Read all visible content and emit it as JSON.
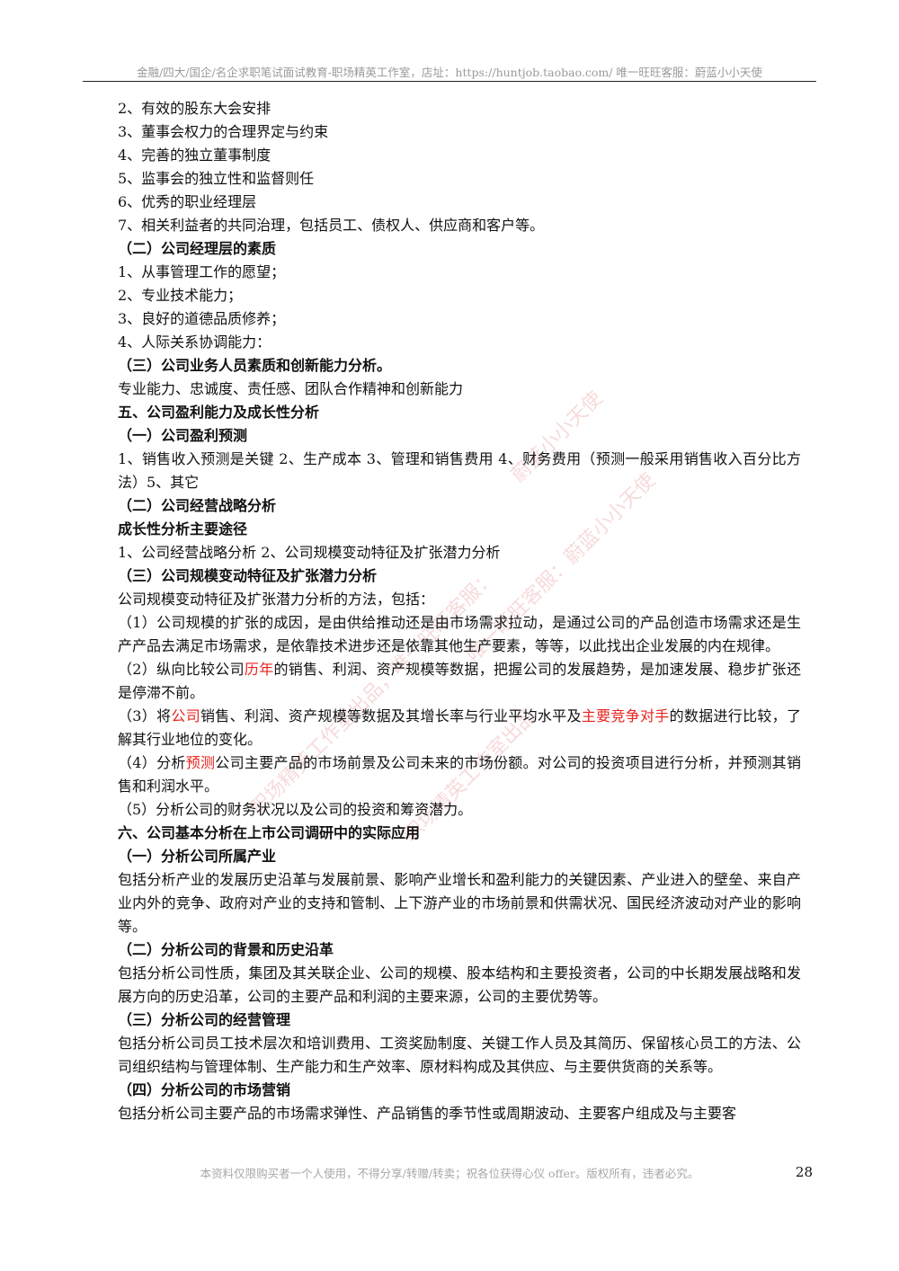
{
  "header": {
    "text": "金融/四大/国企/名企求职笔试面试教育-职场精英工作室，店址：https://huntjob.taobao.com/  唯一旺旺客服：蔚蓝小小天使"
  },
  "lines": {
    "l1": "2、有效的股东大会安排",
    "l2": "3、董事会权力的合理界定与约束",
    "l3": "4、完善的独立董事制度",
    "l4": "5、监事会的独立性和监督则任",
    "l5": "6、优秀的职业经理层",
    "l6": "7、相关利益者的共同治理，包括员工、债权人、供应商和客户等。",
    "h1": "（二）公司经理层的素质",
    "l7": "1、从事管理工作的愿望；",
    "l8": "2、专业技术能力；",
    "l9": "3、良好的道德品质修养；",
    "l10": "4、人际关系协调能力：",
    "h2": "（三）公司业务人员素质和创新能力分析。",
    "l11": "专业能力、忠诚度、责任感、团队合作精神和创新能力",
    "h3": "五、公司盈利能力及成长性分析",
    "h4": "（一）公司盈利预测",
    "p1": "1、销售收入预测是关键 2、生产成本 3、管理和销售费用 4、财务费用（预测一般采用销售收入百分比方法）5、其它",
    "h5": "（二）公司经营战略分析",
    "h6": "成长性分析主要途径",
    "l12": "1、公司经营战略分析 2、公司规模变动特征及扩张潜力分析",
    "h7": "（三）公司规模变动特征及扩张潜力分析",
    "l13": "公司规模变动特征及扩张潜力分析的方法，包括：",
    "p2": "（1）公司规模的扩张的成因，是由供给推动还是由市场需求拉动，是通过公司的产品创造市场需求还是生产产品去满足市场需求，是依靠技术进步还是依靠其他生产要素，等等，以此找出企业发展的内在规律。",
    "p3a": "（2）纵向比较公司",
    "p3b": "历年",
    "p3c": "的销售、利润、资产规模等数据，把握公司的发展趋势，是加速发展、稳步扩张还是停滞不前。",
    "p4a": "（3）将",
    "p4b": "公司",
    "p4c": "销售、利润、资产规模等数据及其增长率与行业平均水平及",
    "p4d": "主要竞争对手",
    "p4e": "的数据进行比较，了解其行业地位的变化。",
    "p5a": "（4）分析",
    "p5b": "预测",
    "p5c": "公司主要产品的市场前景及公司未来的市场份额。对公司的投资项目进行分析，并预测其销售和利润水平。",
    "p6": "（5）分析公司的财务状况以及公司的投资和筹资潜力。",
    "h8": "六、公司基本分析在上市公司调研中的实际应用",
    "h9": "（一）分析公司所属产业",
    "p7": "包括分析产业的发展历史沿革与发展前景、影响产业增长和盈利能力的关键因素、产业进入的壁垒、来自产业内外的竞争、政府对产业的支持和管制、上下游产业的市场前景和供需状况、国民经济波动对产业的影响等。",
    "h10": "（二）分析公司的背景和历史沿革",
    "p8": "包括分析公司性质，集团及其关联企业、公司的规模、股本结构和主要投资者，公司的中长期发展战略和发展方向的历史沿革，公司的主要产品和利润的主要来源，公司的主要优势等。",
    "h11": "（三）分析公司的经营管理",
    "p9": "包括分析公司员工技术层次和培训费用、工资奖励制度、关键工作人员及其简历、保留核心员工的方法、公司组织结构与管理体制、生产能力和生产效率、原材料构成及其供应、与主要供货商的关系等。",
    "h12": "（四）分析公司的市场营销",
    "p10": "包括分析公司主要产品的市场需求弹性、产品销售的季节性或周期波动、主要客户组成及与主要客"
  },
  "watermarks": {
    "w1": "蔚蓝小小天使",
    "w2": "唯一旺旺客服：蔚蓝小小天使",
    "w3": "职场精英工作室出品，唯一旺旺客服：",
    "w4": "职场精英工作室出品"
  },
  "footer": {
    "text": "本资料仅限购买者一个人使用，不得分享/转赠/转卖；祝各位获得心仪 offer。版权所有，违者必究。",
    "page": "28"
  }
}
